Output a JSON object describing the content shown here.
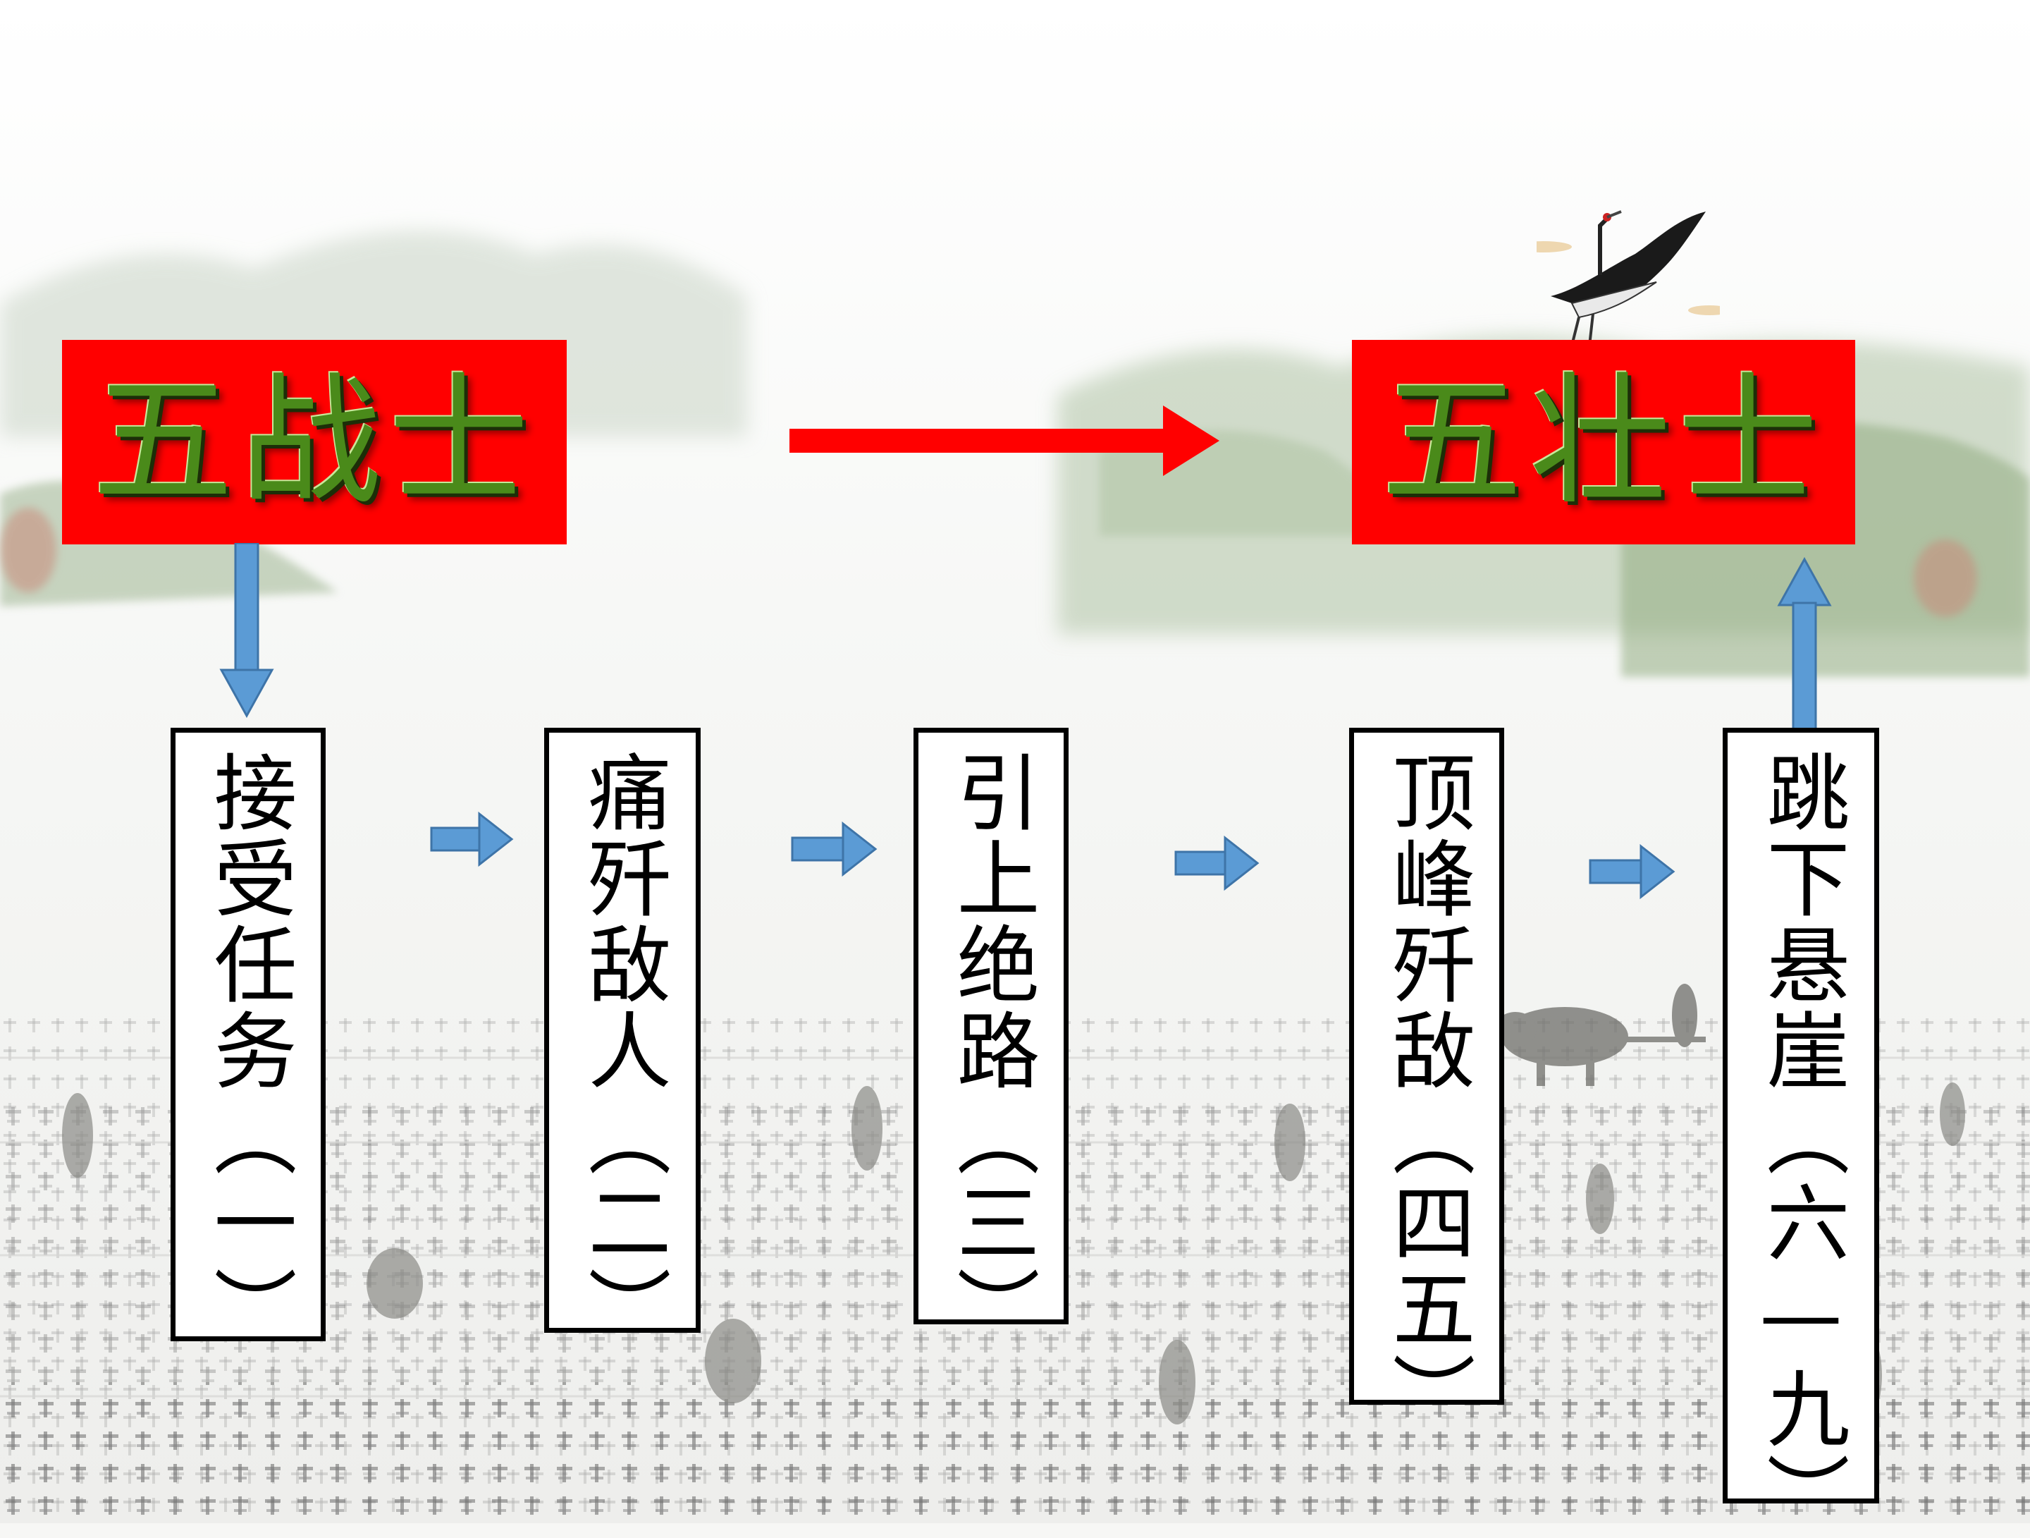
{
  "colors": {
    "title_box_fill": "#ff0000",
    "title_text": "#4a8a1a",
    "main_arrow": "#ff0000",
    "flow_arrow": "#5b9bd5",
    "step_border": "#000000"
  },
  "header": {
    "left_title": "五战士",
    "right_title": "五壮士"
  },
  "steps": [
    {
      "label": "接受任务（一）"
    },
    {
      "label": "痛歼敌人（二）"
    },
    {
      "label": "引上绝路（三）"
    },
    {
      "label": "顶峰歼敌（四五）"
    },
    {
      "label": "跳下悬崖（六—九）"
    }
  ],
  "decor": {
    "background": "ink-landscape-with-calligraphy-fields",
    "crane_icon": "crane-icon"
  }
}
